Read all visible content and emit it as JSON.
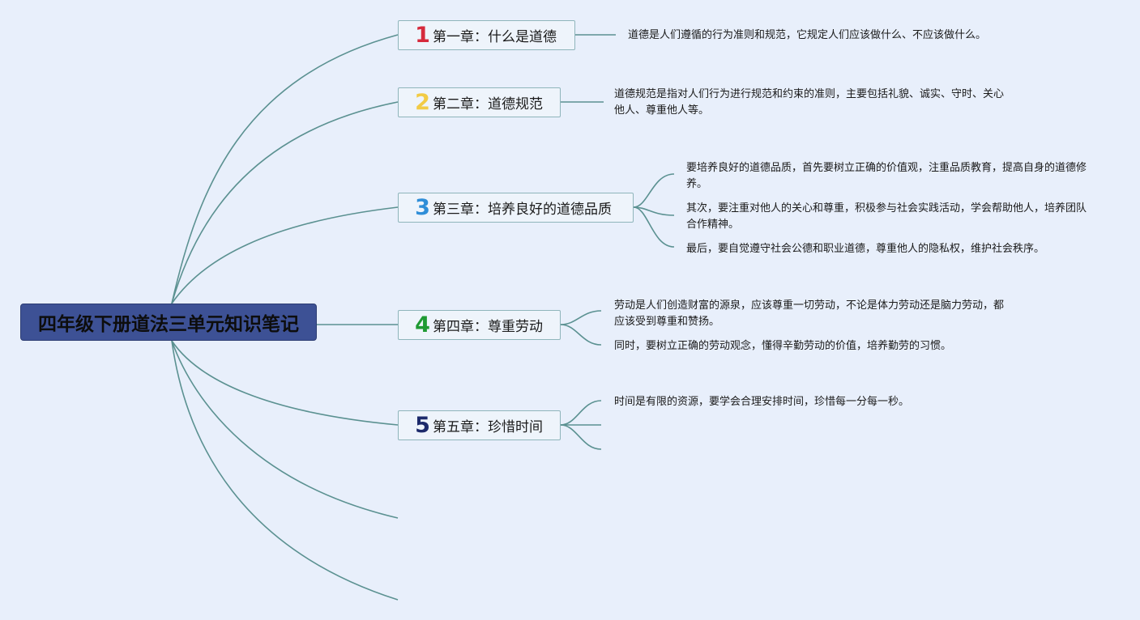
{
  "root": {
    "title": "四年级下册道法三单元知识笔记"
  },
  "chapters": [
    {
      "number": "1",
      "number_color": "#d62a3c",
      "title": "第一章：什么是道德",
      "notes": [
        "道德是人们遵循的行为准则和规范，它规定人们应该做什么、不应该做什么。"
      ]
    },
    {
      "number": "2",
      "number_color": "#f2cb45",
      "title": "第二章：道德规范",
      "notes": [
        "道德规范是指对人们行为进行规范和约束的准则，主要包括礼貌、诚实、守时、关心他人、尊重他人等。"
      ]
    },
    {
      "number": "3",
      "number_color": "#2f8ed8",
      "title": "第三章：培养良好的道德品质",
      "notes": [
        "要培养良好的道德品质，首先要树立正确的价值观，注重品质教育，提高自身的道德修养。",
        "其次，要注重对他人的关心和尊重，积极参与社会实践活动，学会帮助他人，培养团队合作精神。",
        "最后，要自觉遵守社会公德和职业道德，尊重他人的隐私权，维护社会秩序。"
      ]
    },
    {
      "number": "4",
      "number_color": "#1f9a33",
      "title": "第四章：尊重劳动",
      "notes": [
        "劳动是人们创造财富的源泉，应该尊重一切劳动，不论是体力劳动还是脑力劳动，都应该受到尊重和赞扬。",
        "同时，要树立正确的劳动观念，懂得辛勤劳动的价值，培养勤劳的习惯。"
      ]
    },
    {
      "number": "5",
      "number_color": "#1c2a6b",
      "title": "第五章：珍惜时间",
      "notes": [
        "时间是有限的资源，要学会合理安排时间，珍惜每一分每一秒。",
        "",
        ""
      ]
    }
  ],
  "colors": {
    "background": "#e8effb",
    "root_fill": "#3d5195",
    "connector": "#5b9191",
    "topic_border": "#8fb5bb"
  }
}
